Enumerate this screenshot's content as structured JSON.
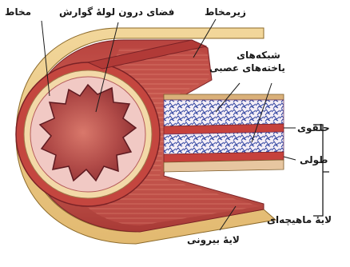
{
  "labels": {
    "mucosa": "مخاط",
    "lumen": "فضای درون لولهٔ گوارش",
    "submucosa": "زیرمخاط",
    "nerve_plexus_line1": "شبکه‌های",
    "nerve_plexus_line2": "یاخته‌های عصبی",
    "circular": "حلقوی",
    "longitudinal": "طولی",
    "muscle_layer": "لایهٔ ماهیچه‌ای",
    "serosa": "لایهٔ بیرونی"
  },
  "colors": {
    "muscle": "#c4463f",
    "serosa": "#f2d79b",
    "nerve_plexus": "#2a3f9e",
    "mucosa": "#f1c9c4"
  }
}
